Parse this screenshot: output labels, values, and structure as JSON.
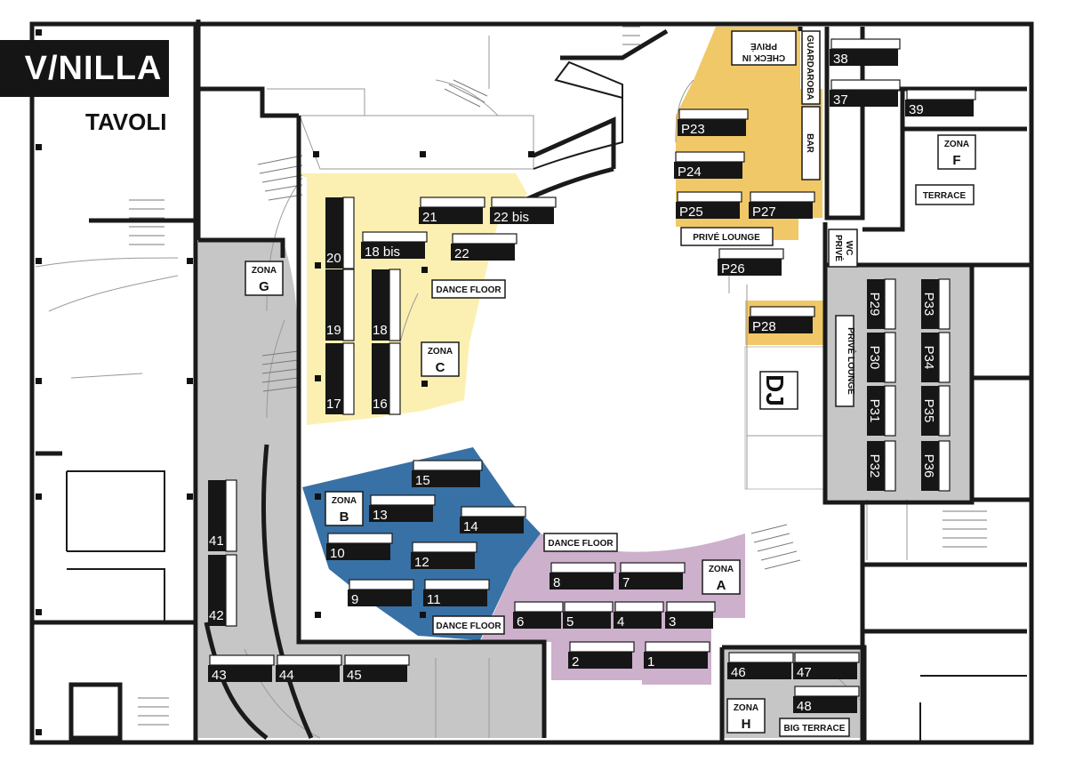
{
  "brand": {
    "logo_text": "V/NILLA",
    "subtitle": "TAVOLI"
  },
  "colors": {
    "zone_a": "#cdb0cc",
    "zone_b": "#3871a5",
    "zone_c": "#fbf0b2",
    "zone_prive": "#f1c867",
    "zone_g": "#c6c6c6",
    "walls": "#1a1a1a"
  },
  "zones": [
    {
      "id": "A",
      "label": "ZONA",
      "letter": "A"
    },
    {
      "id": "B",
      "label": "ZONA",
      "letter": "B"
    },
    {
      "id": "C",
      "label": "ZONA",
      "letter": "C"
    },
    {
      "id": "F",
      "label": "ZONA",
      "letter": "F"
    },
    {
      "id": "G",
      "label": "ZONA",
      "letter": "G"
    },
    {
      "id": "H",
      "label": "ZONA",
      "letter": "H"
    }
  ],
  "areas": {
    "dance_floor_c": "DANCE FLOOR",
    "dance_floor_a": "DANCE FLOOR",
    "dance_floor_b": "DANCE FLOOR",
    "prive_lounge_top": "PRIVÉ LOUNGE",
    "prive_lounge_side": "PRIVÉ LOUNGE",
    "terrace": "TERRACE",
    "big_terrace": "BIG TERRACE",
    "guardaroba": "GUARDAROBA",
    "bar": "BAR",
    "check_in_line1": "CHECK IN",
    "check_in_line2": "PRIVÉ",
    "wc_line1": "WC",
    "wc_line2": "PRIVÉ",
    "dj": "DJ"
  },
  "tables": {
    "t1": "1",
    "t2": "2",
    "t3": "3",
    "t4": "4",
    "t5": "5",
    "t6": "6",
    "t7": "7",
    "t8": "8",
    "t9": "9",
    "t10": "10",
    "t11": "11",
    "t12": "12",
    "t13": "13",
    "t14": "14",
    "t15": "15",
    "t16": "16",
    "t17": "17",
    "t18": "18",
    "t18bis": "18 bis",
    "t19": "19",
    "t20": "20",
    "t21": "21",
    "t22": "22",
    "t22bis": "22 bis",
    "t37": "37",
    "t38": "38",
    "t39": "39",
    "t41": "41",
    "t42": "42",
    "t43": "43",
    "t44": "44",
    "t45": "45",
    "t46": "46",
    "t47": "47",
    "t48": "48",
    "p23": "P23",
    "p24": "P24",
    "p25": "P25",
    "p26": "P26",
    "p27": "P27",
    "p28": "P28",
    "p29": "P29",
    "p30": "P30",
    "p31": "P31",
    "p32": "P32",
    "p33": "P33",
    "p34": "P34",
    "p35": "P35",
    "p36": "P36"
  }
}
